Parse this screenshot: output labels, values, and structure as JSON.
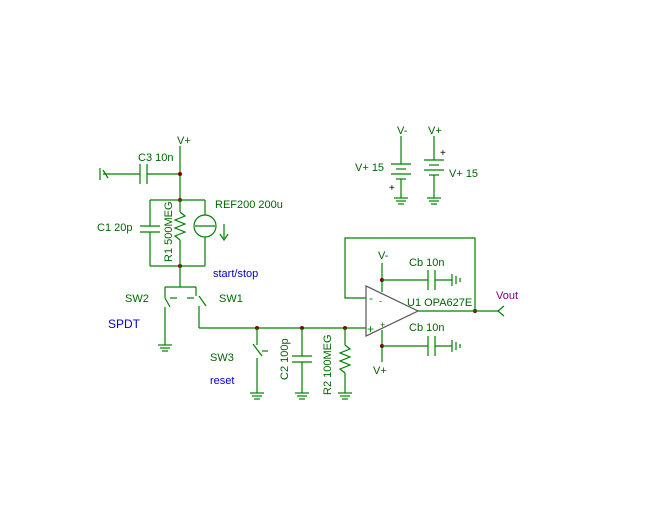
{
  "labels": {
    "c3": "C3 10n",
    "vplus_top": "V+",
    "ref200": "REF200 200u",
    "c1": "C1 20p",
    "r1": "R1 500MEG",
    "start_stop": "start/stop",
    "sw2": "SW2",
    "sw1": "SW1",
    "spdt": "SPDT",
    "sw3": "SW3",
    "reset": "reset",
    "c2": "C2 100p",
    "r2": "R2 100MEG",
    "vminus_supply": "V-",
    "vplus_supply": "V+",
    "vplus15_left": "V+ 15",
    "vplus15_right": "V+ 15",
    "vminus_op": "V-",
    "cb_top": "Cb 10n",
    "u1": "U1 OPA627E",
    "vout": "Vout",
    "cb_bottom": "Cb 10n",
    "vplus_op": "V+",
    "plus_sign": "+",
    "minus_sign": "-"
  },
  "colors": {
    "wire": "#008000",
    "label": "#006600",
    "net_label": "#0000cc",
    "opamp_fill": "#ffff00",
    "node": "#800000",
    "vout": "#800080"
  }
}
